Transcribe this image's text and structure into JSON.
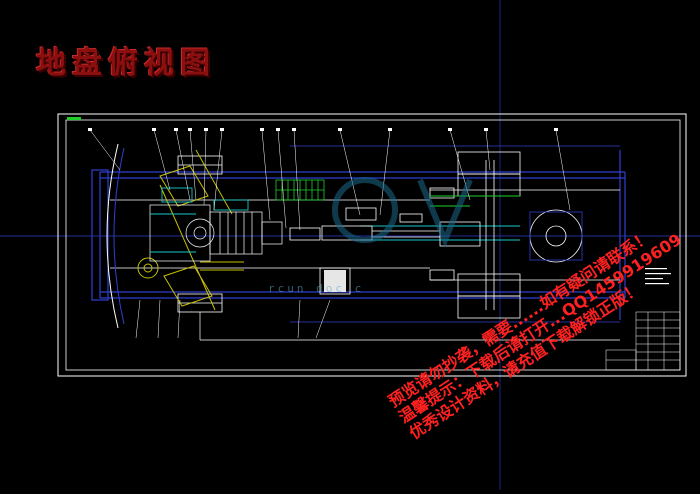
{
  "drawing": {
    "title": "地盘俯视图",
    "site_text": "rcun doc c",
    "watermark_lines": [
      "预览请勿抄袭，需要......如有疑问请联系！",
      "温馨提示：下载后请打开...QQ1459919609",
      "优秀设计资料，请充值下载解锁正版！"
    ],
    "colors": {
      "background": "#000000",
      "frame": "#ffffff",
      "blue": "#2f3fd0",
      "cyan": "#18c8c8",
      "yellow": "#c8c000",
      "green": "#1ecf2c",
      "title": "#8b0f0f",
      "watermark": "#ff2020"
    }
  }
}
